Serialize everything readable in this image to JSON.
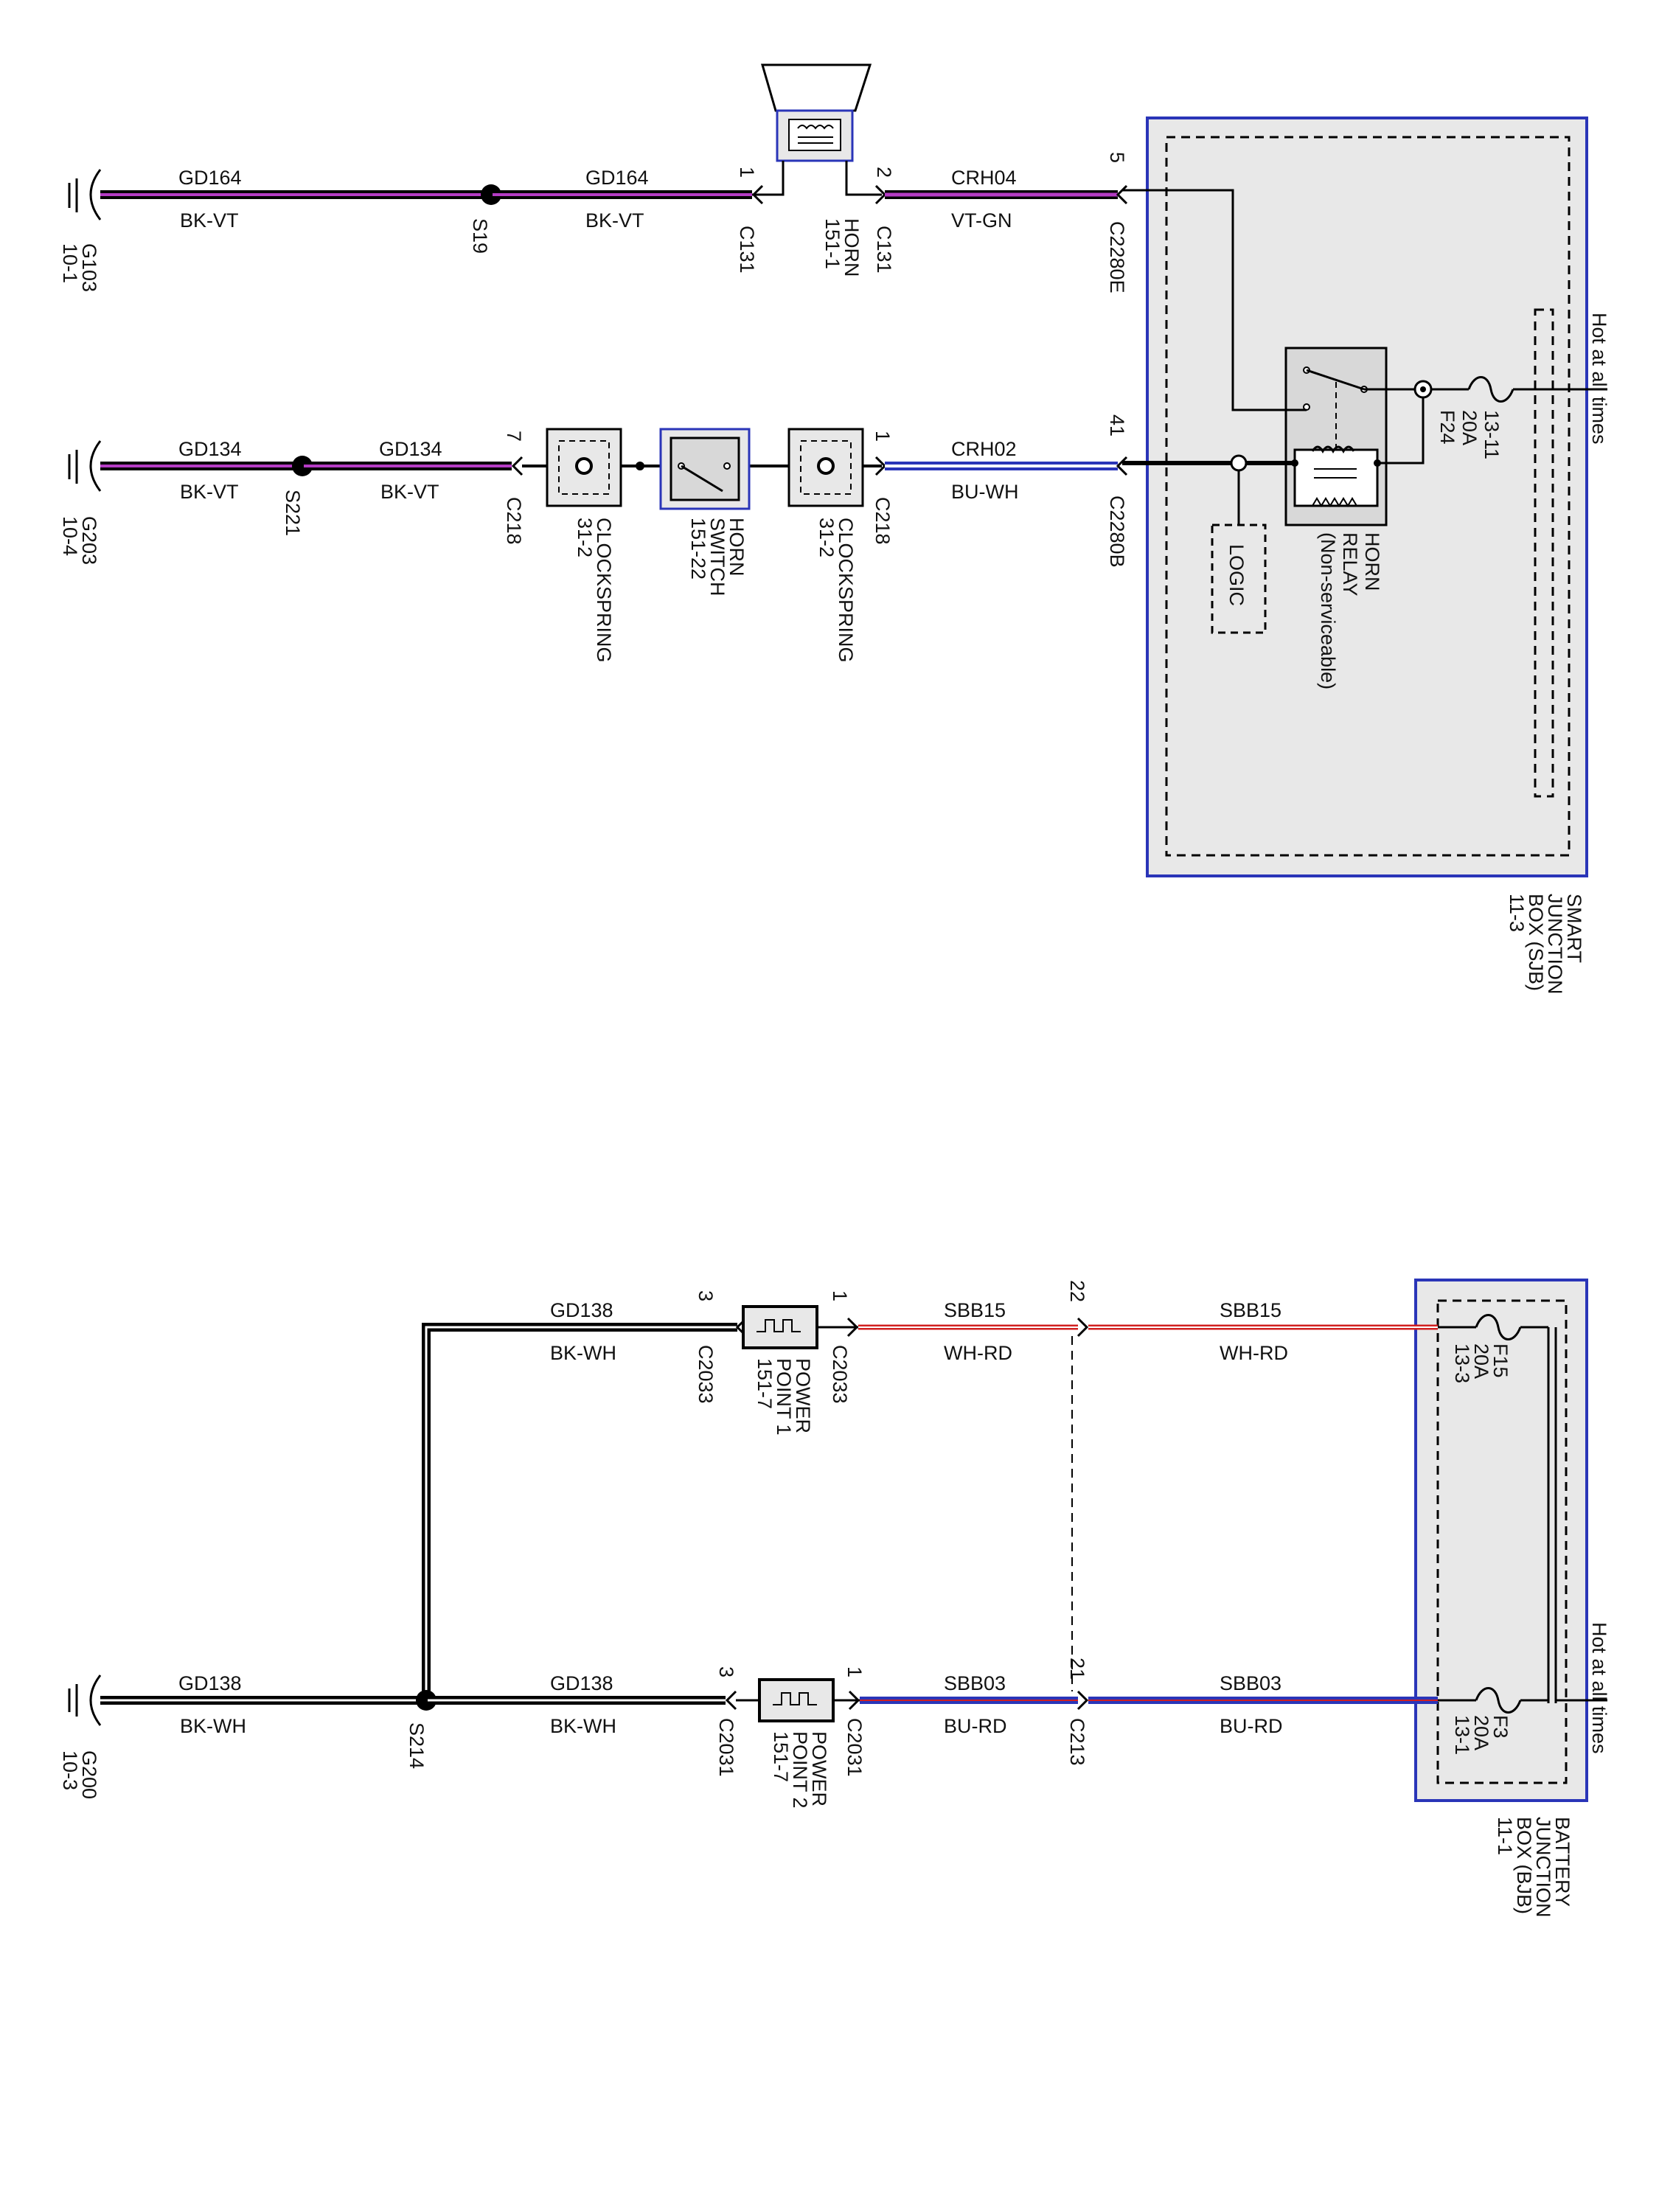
{
  "top": {
    "horn_circuit": {
      "ground": {
        "id": "G103",
        "page": "10-1"
      },
      "splice": "S19",
      "wire_left": {
        "circuit": "GD164",
        "color": "BK-VT"
      },
      "wire_mid": {
        "circuit": "GD164",
        "color": "BK-VT"
      },
      "horn": {
        "name": "HORN",
        "page": "151-1",
        "pin1": "1",
        "pin2": "2",
        "conn_left": "C131",
        "conn_right": "C131"
      },
      "wire_out": {
        "circuit": "CRH04",
        "color": "VT-GN"
      },
      "sjb_pin": "5",
      "sjb_conn": "C2280E"
    },
    "switch_circuit": {
      "ground": {
        "id": "G203",
        "page": "10-4"
      },
      "splice": "S221",
      "wire_left": {
        "circuit": "GD134",
        "color": "BK-VT"
      },
      "wire_mid": {
        "circuit": "GD134",
        "color": "BK-VT"
      },
      "pin_left": "7",
      "conn_left": "C218",
      "clockspring_left": {
        "name": "CLOCKSPRING",
        "page": "31-2"
      },
      "horn_switch": {
        "name1": "HORN",
        "name2": "SWITCH",
        "page": "151-22"
      },
      "clockspring_right": {
        "name": "CLOCKSPRING",
        "page": "31-2"
      },
      "pin_right": "1",
      "conn_right": "C218",
      "wire_out": {
        "circuit": "CRH02",
        "color": "BU-WH"
      },
      "sjb_pin": "41",
      "sjb_conn": "C2280B"
    },
    "sjb": {
      "hot_label": "Hot at all times",
      "fuse": {
        "id": "F24",
        "rating": "20A",
        "page": "13-11"
      },
      "relay": {
        "line1": "HORN",
        "line2": "RELAY",
        "line3": "(Non-serviceable)"
      },
      "logic": "LOGIC",
      "name_lines": [
        "SMART",
        "JUNCTION",
        "BOX (SJB)"
      ],
      "page": "11-3"
    }
  },
  "bottom": {
    "upper_branch": {
      "wire_gnd": {
        "circuit": "GD138",
        "color": "BK-WH"
      },
      "pin_left": "3",
      "conn_left": "C2033",
      "device": {
        "line1": "POWER",
        "line2": "POINT 1",
        "page": "151-7"
      },
      "pin_right": "1",
      "conn_right": "C2033",
      "wire_a": {
        "circuit": "SBB15",
        "color": "WH-RD"
      },
      "inline_pin": "22",
      "wire_b": {
        "circuit": "SBB15",
        "color": "WH-RD"
      },
      "fuse": {
        "id": "F15",
        "rating": "20A",
        "page": "13-3"
      }
    },
    "lower_branch": {
      "ground": {
        "id": "G200",
        "page": "10-3"
      },
      "wire_gnd_left": {
        "circuit": "GD138",
        "color": "BK-WH"
      },
      "splice": "S214",
      "wire_gnd_right": {
        "circuit": "GD138",
        "color": "BK-WH"
      },
      "pin_left": "3",
      "conn_left": "C2031",
      "device": {
        "line1": "POWER",
        "line2": "POINT 2",
        "page": "151-7"
      },
      "pin_right": "1",
      "conn_right": "C2031",
      "wire_a": {
        "circuit": "SBB03",
        "color": "BU-RD"
      },
      "inline_pin": "21",
      "inline_conn": "C213",
      "wire_b": {
        "circuit": "SBB03",
        "color": "BU-RD"
      },
      "fuse": {
        "id": "F3",
        "rating": "20A",
        "page": "13-1"
      }
    },
    "bjb": {
      "hot_label": "Hot at all times",
      "name_lines": [
        "BATTERY",
        "JUNCTION",
        "BOX (BJB)"
      ],
      "page": "11-1"
    }
  },
  "colors": {
    "black": "#000000",
    "violet": "#b53cc4",
    "blue": "#2a35b8",
    "red": "#d12020",
    "green": "#2d8a2d",
    "box_fill": "#e8e8e8"
  }
}
